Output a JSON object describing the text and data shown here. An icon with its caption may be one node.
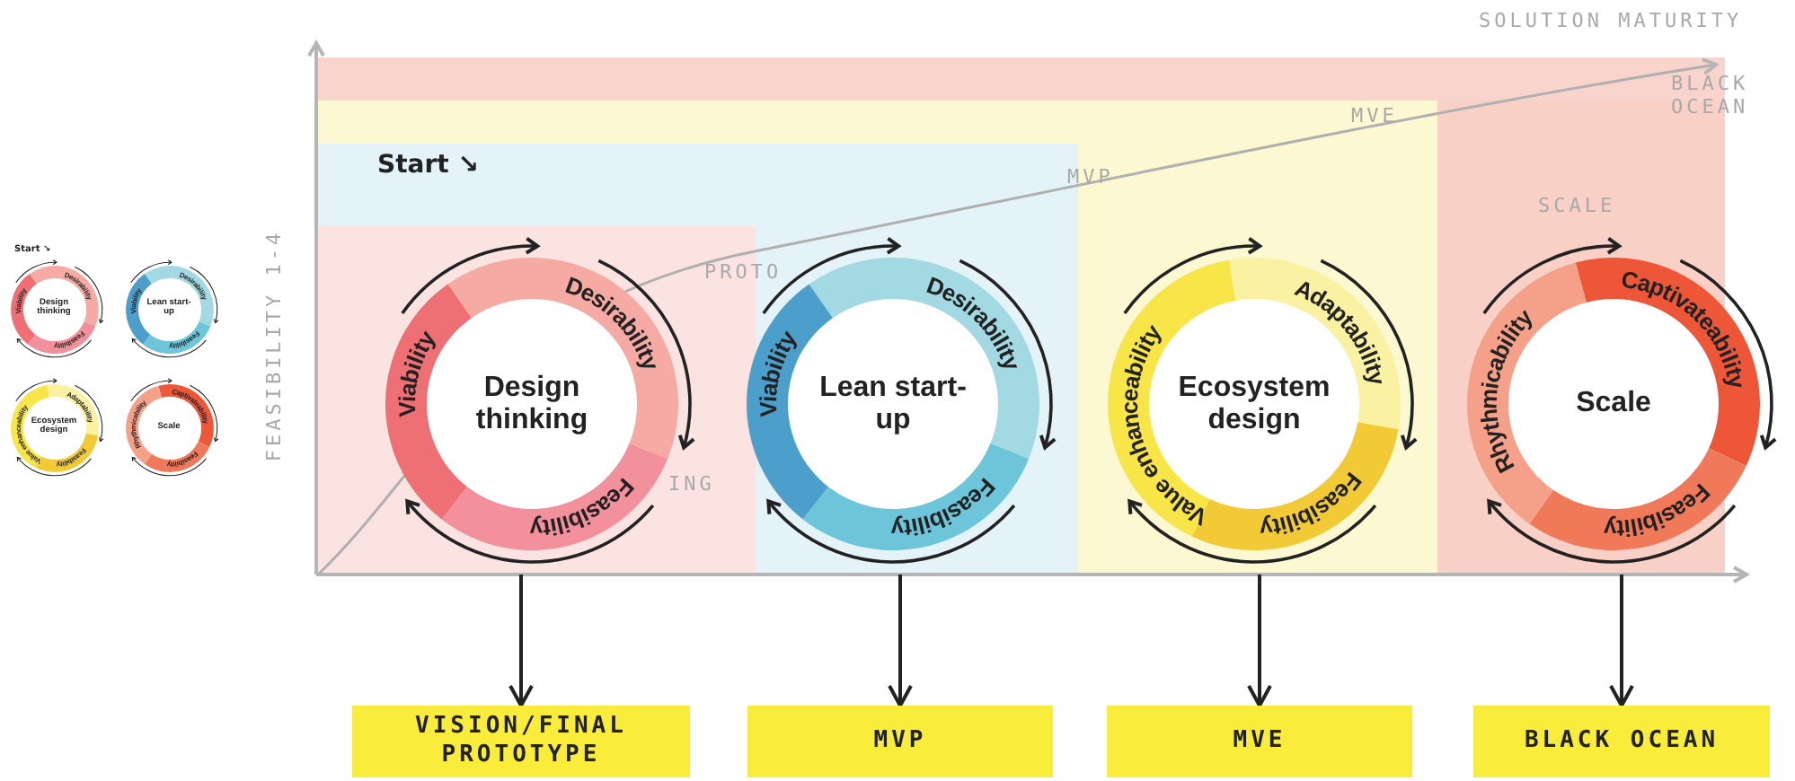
{
  "diagram": {
    "nodes": [
      {
        "text": [
          "Design thinking",
          "Desirability",
          "Feasibility",
          "Viability"
        ]
      },
      {
        "text": [
          "Lean start-up",
          "Desirability",
          "Feasibility",
          "Viability"
        ]
      },
      {
        "text": [
          "Ecosystem design",
          "Value enhanceability",
          "Adaptability",
          "Feasibility"
        ]
      },
      {
        "text": [
          "Scale",
          "Captivateability",
          "Feasibility",
          "Rhythmicability"
        ]
      },
      {
        "text": [
          "VISION/FINAL PROTOTYPE"
        ]
      },
      {
        "text": [
          "MVP"
        ]
      },
      {
        "text": [
          "MVE"
        ]
      },
      {
        "text": [
          "BLACK OCEAN"
        ]
      },
      {
        "text": [
          "Design thinking",
          "Desirability",
          "Feasibility",
          "Viability"
        ]
      },
      {
        "text": [
          "Lean start-up",
          "Desirability",
          "Feasibility",
          "Viability"
        ]
      },
      {
        "text": [
          "Ecosystem design",
          "Value enhanceability",
          "Adaptability",
          "Feasibility"
        ]
      },
      {
        "text": [
          "Scale",
          "Captivateability",
          "Feasibility",
          "Rhythmicability"
        ]
      }
    ],
    "edges": [
      {
        "from": 0,
        "to": 4,
        "arrow": "to"
      },
      {
        "from": 1,
        "to": 5,
        "arrow": "to"
      },
      {
        "from": 2,
        "to": 6,
        "arrow": "to"
      },
      {
        "from": 3,
        "to": 7,
        "arrow": "to"
      }
    ],
    "labels": [
      "SOLUTION MATURITY",
      "BLACK OCEAN",
      "MVE",
      "Start ↘",
      "MVP",
      "SCALE",
      "Start ↘",
      "PROTO",
      "FEASIBILITY 1-4",
      "ING"
    ]
  }
}
